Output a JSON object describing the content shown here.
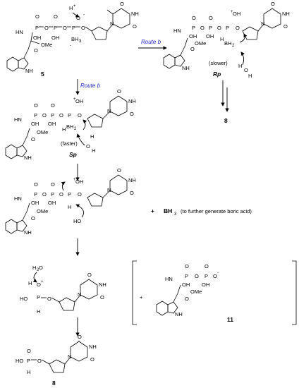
{
  "labels": {
    "compound_5": "5",
    "route_b_top": "Route b",
    "route_b_left": "Route b",
    "rp": "Rp",
    "sp": "Sp",
    "slower": "(slower)",
    "faster": "(faster)",
    "product_8_right": "8",
    "product_8_bottom": "8",
    "compound_11": "11",
    "plus_bh3": "+",
    "bh3": "BH",
    "bh3_sub": "3",
    "bh3_note": "(to further generate boric acid)",
    "plus_bracket": "+"
  },
  "atoms": {
    "h_plus": "H",
    "p": "P",
    "o": "O",
    "oh": "OH",
    "ho": "HO",
    "hn": "HN",
    "nh": "NH",
    "n": "N",
    "h": "H",
    "bh3": "BH",
    "bh2": "BH",
    "ome": "OMe",
    "plus": "+",
    "minus": "-"
  },
  "colors": {
    "route": "#1f1fc8",
    "ink": "#000000"
  }
}
